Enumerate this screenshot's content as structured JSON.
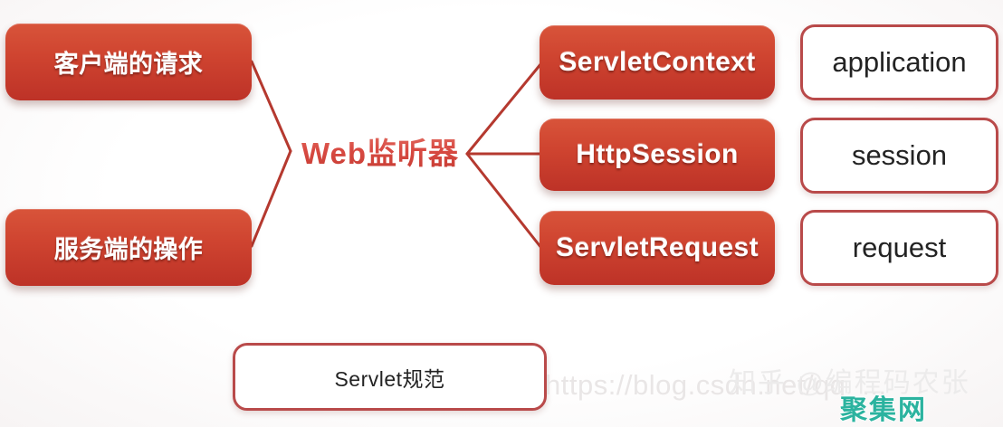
{
  "diagram": {
    "center": {
      "label": "Web监听器",
      "color": "#d94b43"
    },
    "left_nodes": [
      {
        "id": "client-request",
        "label": "客户端的请求"
      },
      {
        "id": "server-op",
        "label": "服务端的操作"
      }
    ],
    "middle_nodes": [
      {
        "id": "servletcontext",
        "label": "ServletContext"
      },
      {
        "id": "httpsession",
        "label": "HttpSession"
      },
      {
        "id": "servletrequest",
        "label": "ServletRequest"
      }
    ],
    "right_nodes": [
      {
        "id": "application",
        "label": "application"
      },
      {
        "id": "session",
        "label": "session"
      },
      {
        "id": "request",
        "label": "request"
      }
    ],
    "bottom_node": {
      "id": "servlet-spec",
      "label": "Servlet规范"
    },
    "colors": {
      "node_fill_top": "#d8543a",
      "node_fill_bottom": "#bd3227",
      "node_text": "#ffffff",
      "outline_border": "#b94a4a",
      "outline_text": "#232323",
      "connector": "#b5392f"
    }
  },
  "watermarks": {
    "csdn": "https://blog.csdn.net/qq_...",
    "zhihu": "知乎 @编程码农张",
    "jujiwang": "聚集网"
  }
}
